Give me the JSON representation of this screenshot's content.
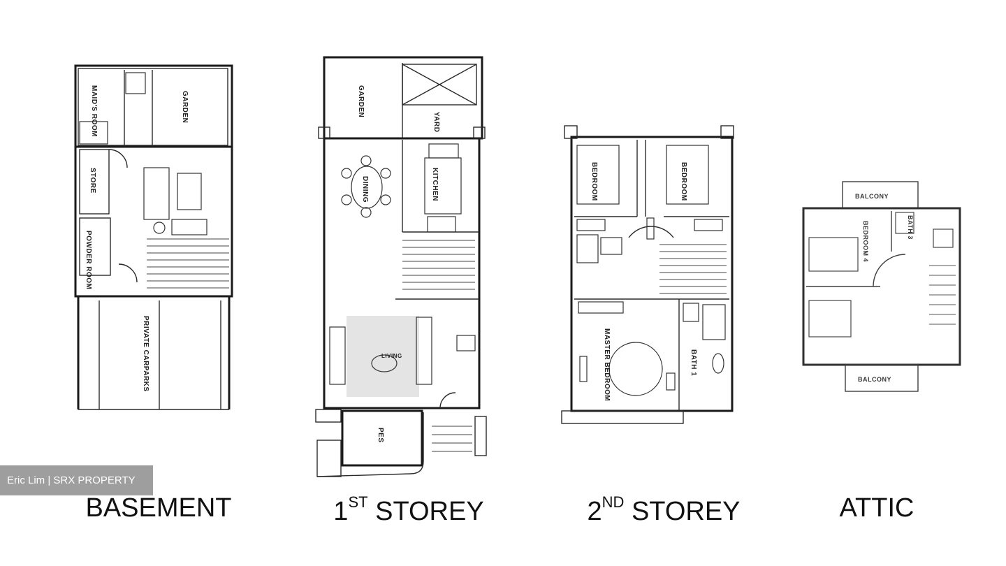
{
  "floors": [
    {
      "id": "basement",
      "caption": "BASEMENT",
      "sup": "",
      "caption_rest": ""
    },
    {
      "id": "first",
      "caption": "1",
      "sup": "ST",
      "caption_rest": " STOREY"
    },
    {
      "id": "second",
      "caption": "2",
      "sup": "ND",
      "caption_rest": " STOREY"
    },
    {
      "id": "attic",
      "caption": "ATTIC",
      "sup": "",
      "caption_rest": ""
    }
  ],
  "rooms": {
    "basement": {
      "maids_room": "MAID'S ROOM",
      "garden": "GARDEN",
      "store": "STORE",
      "powder_room": "POWDER ROOM",
      "private_carpark": "PRIVATE CARPARKS"
    },
    "first": {
      "garden": "GARDEN",
      "yard": "YARD",
      "dining": "DINING",
      "kitchen": "KITCHEN",
      "living": "LIVING",
      "pes": "PES"
    },
    "second": {
      "bedroom_left": "BEDROOM",
      "bedroom_right": "BEDROOM",
      "master_bedroom": "MASTER BEDROOM",
      "bath": "BATH 1"
    },
    "attic": {
      "balcony_top": "BALCONY",
      "bedroom": "BEDROOM 4",
      "bath": "BATH 3",
      "balcony_bottom": "BALCONY"
    }
  },
  "watermark": "Eric Lim | SRX PROPERTY"
}
